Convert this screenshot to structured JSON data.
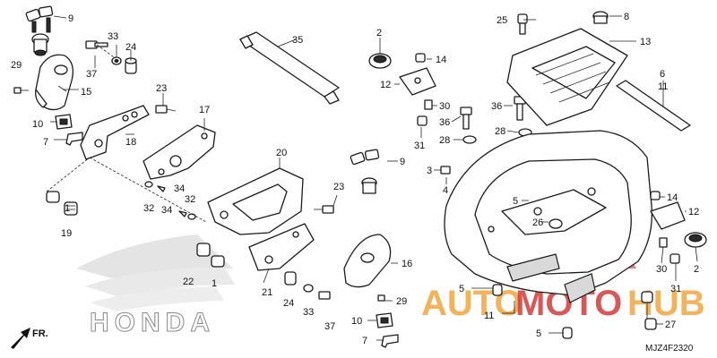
{
  "diagram_code": "MJZ4F2320",
  "watermark": {
    "part1": "AUTO",
    "part2": "MOTO",
    "part3": "HUB",
    "color": "#f2a640",
    "logo_color": "#d23c3c"
  },
  "brand_text": "HONDA",
  "front_marker": "FR.",
  "callouts": {
    "c9a": "9",
    "c33a": "33",
    "c24a": "24",
    "c29a": "29",
    "c37a": "37",
    "c15": "15",
    "c10a": "10",
    "c7a": "7",
    "c23a": "23",
    "c17": "17",
    "c18": "18",
    "c32a": "32",
    "c34a": "34",
    "c34b": "34",
    "c32b": "32",
    "c1a": "1",
    "c19": "19",
    "c35": "35",
    "c20": "20",
    "c23b": "23",
    "c22": "22",
    "c1b": "1",
    "c21": "21",
    "c24b": "24",
    "c33b": "33",
    "c37b": "37",
    "c2a": "2",
    "c14a": "14",
    "c12a": "12",
    "c30a": "30",
    "c31a": "31",
    "c9b": "9",
    "c16": "16",
    "c29b": "29",
    "c10b": "10",
    "c7b": "7",
    "c25": "25",
    "c8": "8",
    "c13": "13",
    "c6": "6",
    "c11a": "11",
    "c36a": "36",
    "c36b": "36",
    "c28a": "28",
    "c28b": "28",
    "c3": "3",
    "c4": "4",
    "c5a": "5",
    "c26": "26",
    "c14b": "14",
    "c12b": "12",
    "c30b": "30",
    "c31b": "31",
    "c2b": "2",
    "c5b": "5",
    "c11b": "11",
    "c5c": "5",
    "c27": "27"
  }
}
